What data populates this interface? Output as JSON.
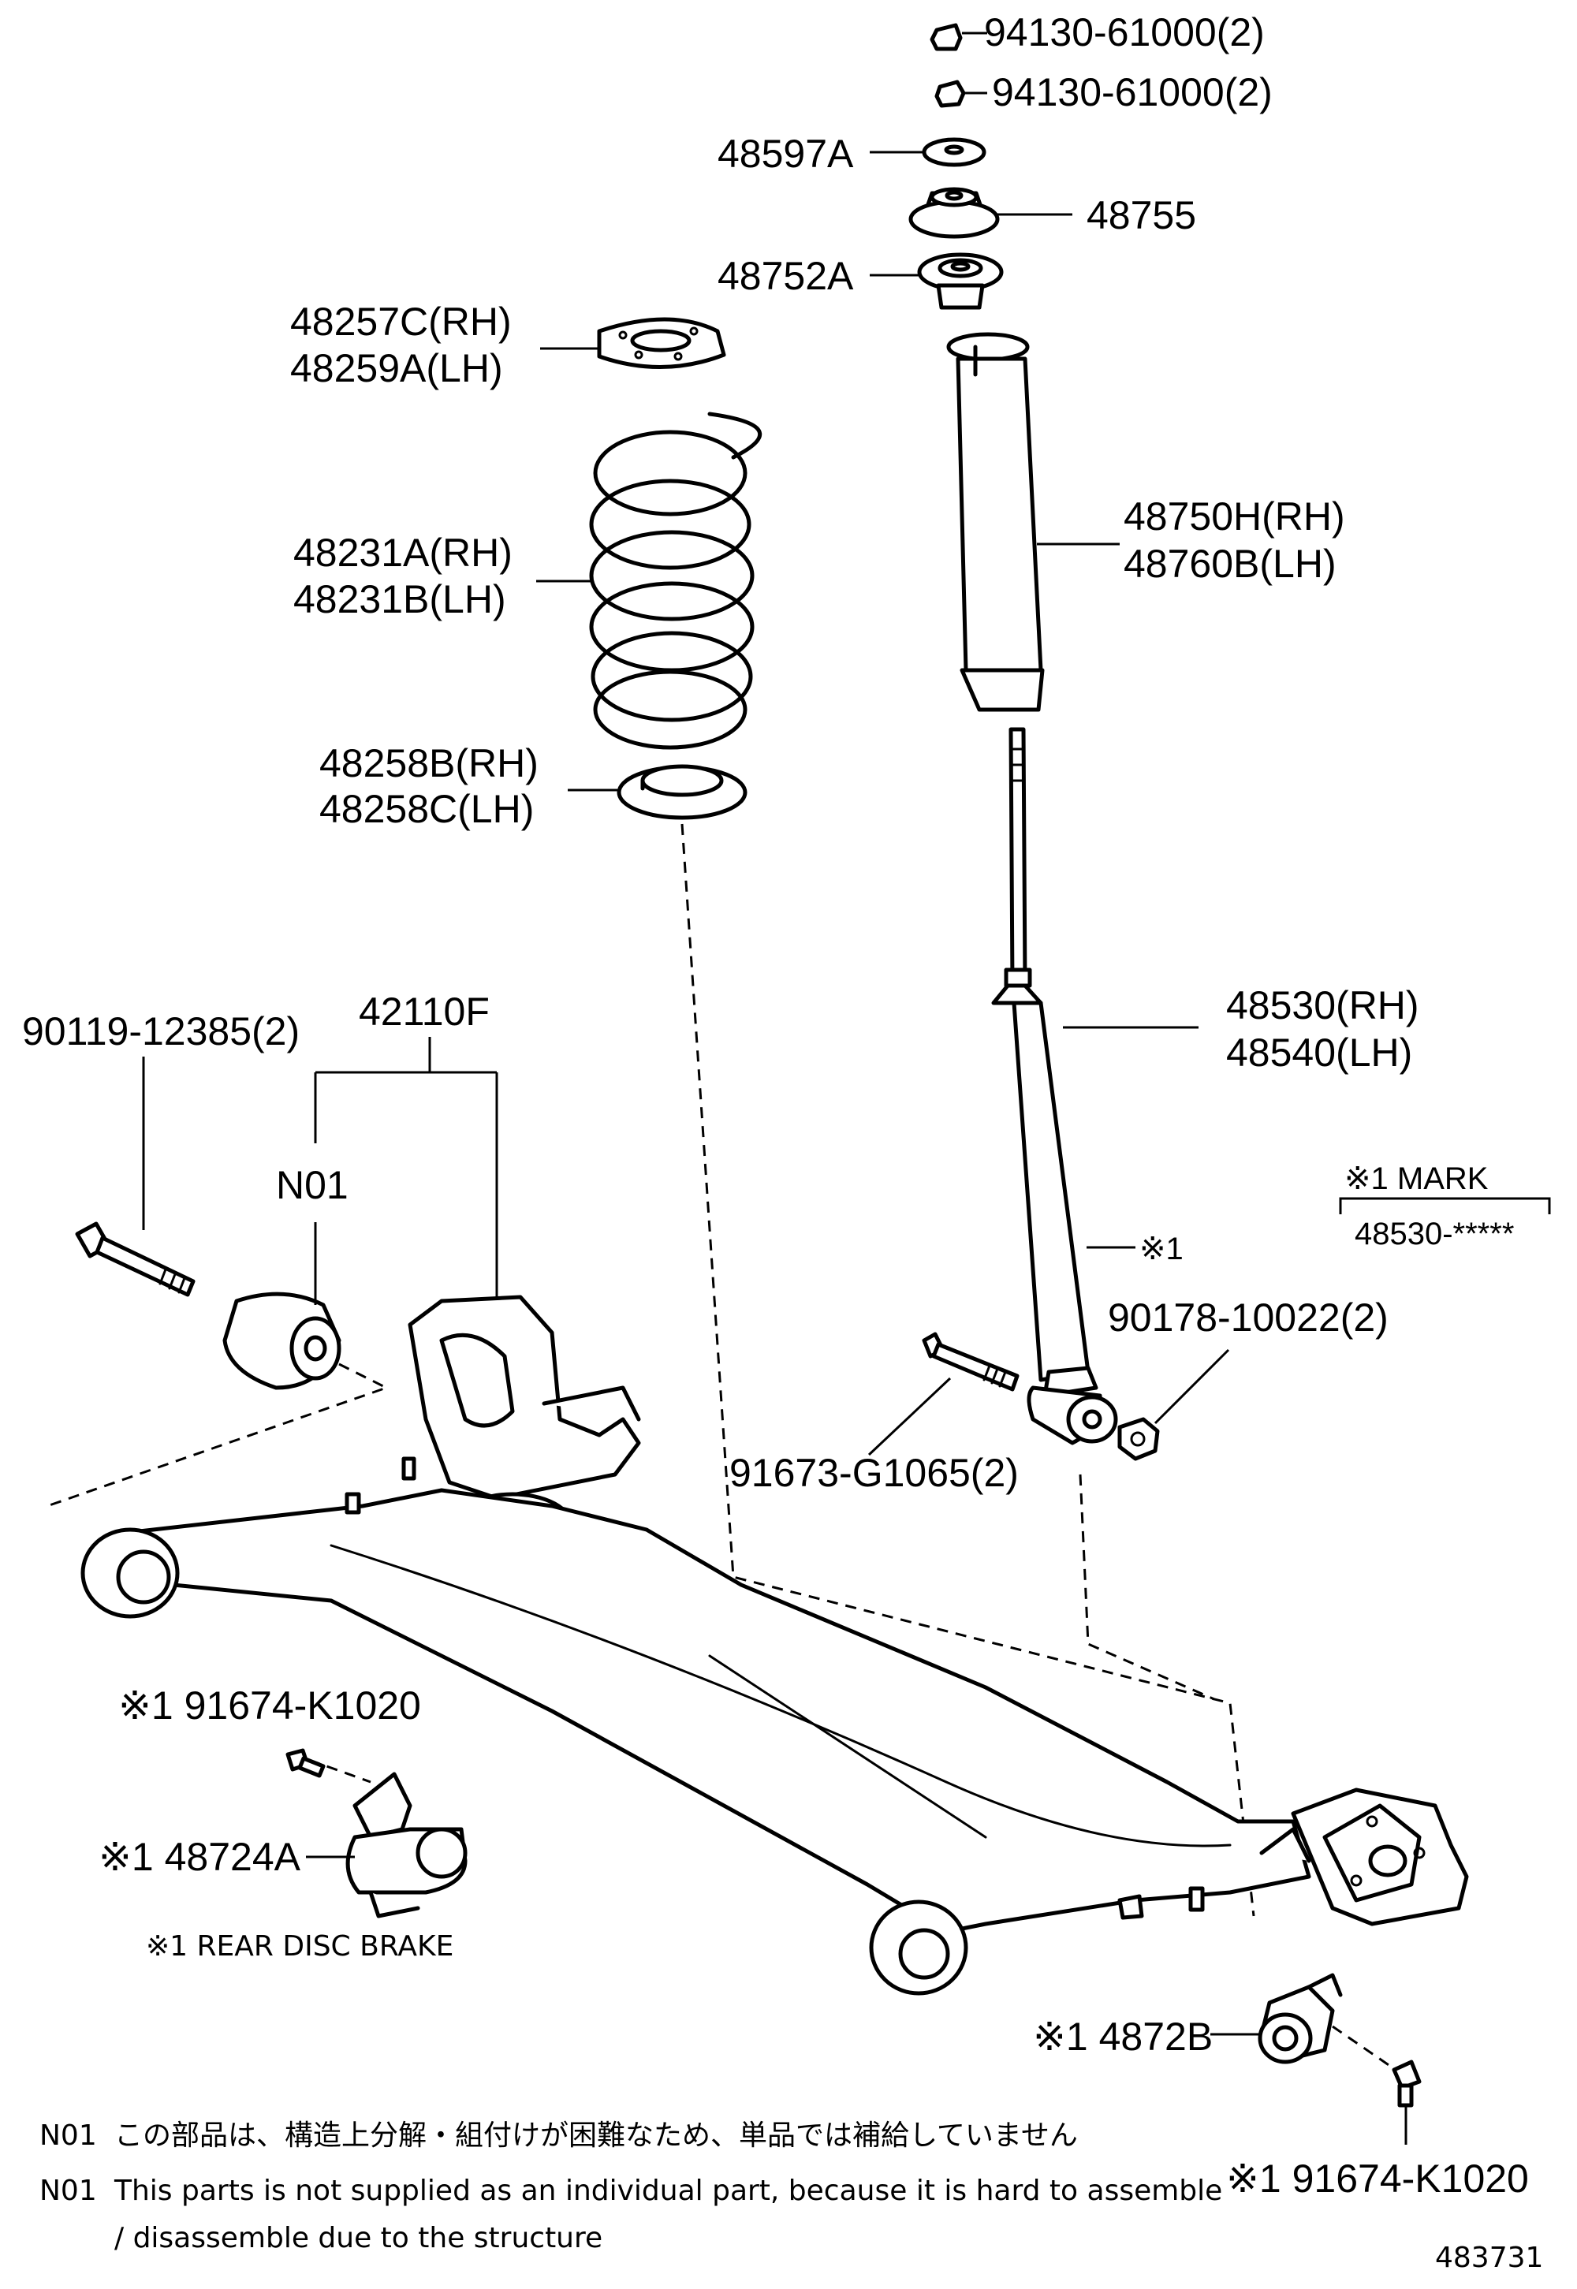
{
  "callouts": {
    "nut_top_1": "94130-61000(2)",
    "nut_top_2": "94130-61000(2)",
    "washer": "48597A",
    "cushion": "48755",
    "support": "48752A",
    "spring_insulator_upper_rh": "48257C(RH)",
    "spring_insulator_upper_lh": "48259A(LH)",
    "coil_spring_rh": "48231A(RH)",
    "coil_spring_lh": "48231B(LH)",
    "bumper_rh": "48750H(RH)",
    "bumper_lh": "48760B(LH)",
    "spring_insulator_lower_rh": "48258B(RH)",
    "spring_insulator_lower_lh": "48258C(LH)",
    "bolt_axle": "90119-12385(2)",
    "axle_beam": "42110F",
    "n01_marker": "N01",
    "absorber_rh": "48530(RH)",
    "absorber_lh": "48540(LH)",
    "mark_title": "※1 MARK",
    "mark_code": "48530-*****",
    "mark_ref": "※1",
    "nut_lower": "90178-10022(2)",
    "bolt_lower": "91673-G1065(2)",
    "bolt_bracket_left": "※1 91674-K1020",
    "bracket_left": "※1 48724A",
    "bracket_right": "※1 4872B",
    "bolt_bracket_right": "※1 91674-K1020"
  },
  "notes": {
    "rear_disc_brake": "※1  REAR DISC BRAKE",
    "n01_ja_code": "N01",
    "n01_ja_text": "この部品は、構造上分解・組付けが困難なため、単品では補給していません",
    "n01_en_code": "N01",
    "n01_en_line1": "This parts is not supplied as an individual part, because it is hard to assemble",
    "n01_en_line2": "/ disassemble due to the structure"
  },
  "diagram_id": "483731"
}
